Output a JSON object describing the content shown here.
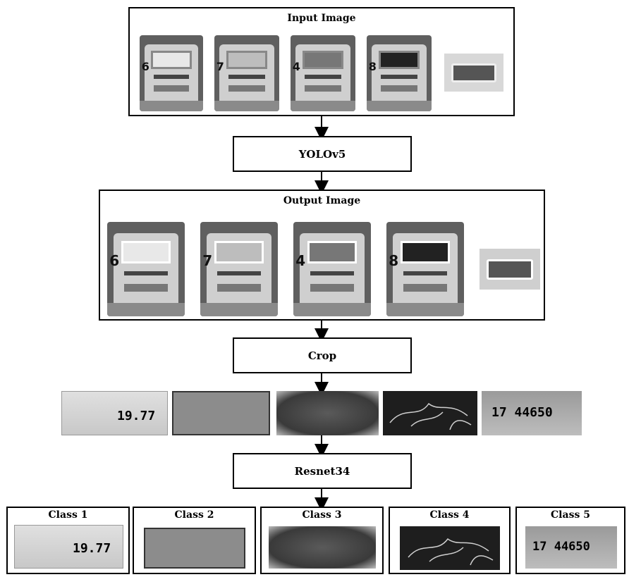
{
  "labels": {
    "input": "Input Image",
    "yolo": "YOLOv5",
    "output": "Output Image",
    "crop": "Crop",
    "resnet": "Resnet34"
  },
  "meters": [
    {
      "digit": "6"
    },
    {
      "digit": "7"
    },
    {
      "digit": "4"
    },
    {
      "digit": "8"
    }
  ],
  "lcd_readings": [
    "19.77",
    "",
    "",
    "",
    "17 44650"
  ],
  "classes": [
    {
      "label": "Class 1",
      "reading": "19.77"
    },
    {
      "label": "Class 2",
      "reading": ""
    },
    {
      "label": "Class 3",
      "reading": ""
    },
    {
      "label": "Class 4",
      "reading": ""
    },
    {
      "label": "Class 5",
      "reading": "17 44650"
    }
  ]
}
